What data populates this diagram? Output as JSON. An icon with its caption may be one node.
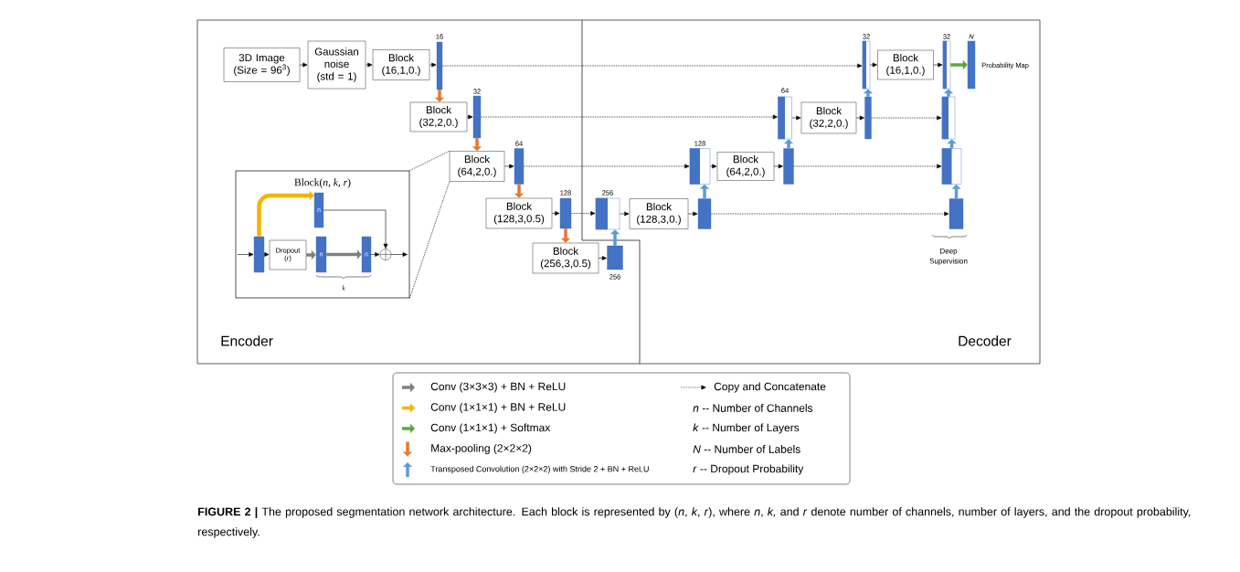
{
  "diagram": {
    "caption": "**FIGURE 2 |** The proposed segmentation network architecture. Each block is represented by (*n*, *k*, *r*), where *n*, *k,* and *r* denote number of channels, number of layers, and the dropout probability, respectively.",
    "nodes": [
      {
        "text": [
          "3D Image (Size = 96$^{3}$)"
        ]
      },
      {
        "text": [
          "Gaussian noise (std = 1)"
        ]
      },
      {
        "text": [
          "Block (16,1,0.)"
        ]
      },
      {
        "text": [],
        "shape": "bar",
        "beside": [
          "16"
        ]
      },
      {
        "text": [
          "Block (32,2,0.)"
        ]
      },
      {
        "text": [],
        "shape": "bar",
        "beside": [
          "32"
        ]
      },
      {
        "text": [
          "Block (64,2,0.)"
        ]
      },
      {
        "text": [],
        "shape": "bar",
        "beside": [
          "64"
        ]
      },
      {
        "text": [
          "Block (128,3,0.5)"
        ]
      },
      {
        "text": [],
        "shape": "bar",
        "beside": [
          "128"
        ]
      },
      {
        "text": [
          "Block (256,3,0.5)"
        ]
      },
      {
        "text": [],
        "shape": "bar",
        "beside": [
          "256"
        ]
      },
      {
        "text": [],
        "shape": "bar",
        "beside": [
          "256"
        ]
      },
      {
        "text": [
          "Block (128,3,0.)"
        ]
      },
      {
        "text": [],
        "shape": "bar"
      },
      {
        "text": [],
        "shape": "bar",
        "beside": [
          "128"
        ]
      },
      {
        "text": [
          "Block (64,2,0.)"
        ]
      },
      {
        "text": [],
        "shape": "bar"
      },
      {
        "text": [],
        "shape": "bar",
        "beside": [
          "64"
        ]
      },
      {
        "text": [
          "Block (32,2,0.)"
        ]
      },
      {
        "text": [],
        "shape": "bar"
      },
      {
        "text": [],
        "shape": "bar",
        "beside": [
          "32"
        ]
      },
      {
        "text": [
          "Block (16,1,0.)"
        ]
      },
      {
        "text": [],
        "shape": "bar",
        "beside": [
          "32"
        ]
      },
      {
        "text": [],
        "shape": "bar",
        "beside": [
          "N",
          "Probability Map"
        ]
      },
      {
        "text": [],
        "shape": "bar"
      },
      {
        "text": [],
        "shape": "bar"
      },
      {
        "text": [],
        "shape": "bar"
      },
      {
        "text": [
          "Block(*n*, *k*, *r*)"
        ]
      },
      {
        "text": [],
        "shape": "bar",
        "in": 28
      },
      {
        "text": [
          "n"
        ],
        "in": 28
      },
      {
        "text": [
          "Dropout (*r*)"
        ],
        "in": 28
      },
      {
        "text": [
          "n"
        ],
        "in": 28
      },
      {
        "text": [
          "n"
        ],
        "in": 28
      },
      {
        "text": [],
        "shape": "circle",
        "in": 28
      }
    ],
    "edges": [
      {
        "from": 0,
        "to": 1,
        "arrow": "to"
      },
      {
        "from": 1,
        "to": 2,
        "arrow": "to"
      },
      {
        "from": 2,
        "to": 3,
        "arrow": "to"
      },
      {
        "from": 3,
        "to": 4,
        "arrow": "to",
        "style": "thick",
        "color": "#e8772e"
      },
      {
        "from": 4,
        "to": 5,
        "arrow": "to"
      },
      {
        "from": 5,
        "to": 6,
        "arrow": "to",
        "style": "thick",
        "color": "#e8772e"
      },
      {
        "from": 6,
        "to": 7,
        "arrow": "to"
      },
      {
        "from": 7,
        "to": 8,
        "arrow": "to",
        "style": "thick",
        "color": "#e8772e"
      },
      {
        "from": 8,
        "to": 9,
        "arrow": "to"
      },
      {
        "from": 9,
        "to": 10,
        "arrow": "to",
        "style": "thick",
        "color": "#e8772e"
      },
      {
        "from": 10,
        "to": 11,
        "arrow": "to"
      },
      {
        "from": 11,
        "to": 12,
        "arrow": "to",
        "style": "thick",
        "color": "#5b9bd5"
      },
      {
        "from": 9,
        "to": 12,
        "arrow": "to",
        "style": "dashed"
      },
      {
        "from": 12,
        "to": 13,
        "arrow": "to"
      },
      {
        "from": 13,
        "to": 14,
        "arrow": "to"
      },
      {
        "from": 14,
        "to": 15,
        "arrow": "to",
        "style": "thick",
        "color": "#5b9bd5"
      },
      {
        "from": 7,
        "to": 15,
        "arrow": "to",
        "style": "dashed"
      },
      {
        "from": 15,
        "to": 16,
        "arrow": "to"
      },
      {
        "from": 16,
        "to": 17,
        "arrow": "to"
      },
      {
        "from": 17,
        "to": 18,
        "arrow": "to",
        "style": "thick",
        "color": "#5b9bd5"
      },
      {
        "from": 5,
        "to": 18,
        "arrow": "to",
        "style": "dashed"
      },
      {
        "from": 18,
        "to": 19,
        "arrow": "to"
      },
      {
        "from": 19,
        "to": 20,
        "arrow": "to"
      },
      {
        "from": 20,
        "to": 21,
        "arrow": "to",
        "style": "thick",
        "color": "#5b9bd5"
      },
      {
        "from": 3,
        "to": 21,
        "arrow": "to",
        "style": "dashed"
      },
      {
        "from": 21,
        "to": 22,
        "arrow": "to"
      },
      {
        "from": 22,
        "to": 23,
        "arrow": "to"
      },
      {
        "from": 23,
        "to": 24,
        "arrow": "to",
        "style": "thick",
        "color": "#5aa83c"
      },
      {
        "from": 14,
        "to": 27,
        "arrow": "to",
        "style": "dashed"
      },
      {
        "from": 27,
        "to": 26,
        "arrow": "to",
        "style": "thick",
        "color": "#5b9bd5"
      },
      {
        "from": 17,
        "to": 26,
        "arrow": "to",
        "style": "dashed"
      },
      {
        "from": 26,
        "to": 25,
        "arrow": "to",
        "style": "thick",
        "color": "#5b9bd5"
      },
      {
        "from": 20,
        "to": 25,
        "arrow": "to",
        "style": "dashed"
      },
      {
        "from": 25,
        "to": 23,
        "arrow": "to",
        "style": "thick",
        "color": "#5b9bd5"
      },
      {
        "from": 28,
        "to": 6,
        "arrow": "none",
        "style": "dashed"
      },
      {
        "from": 28,
        "to": 6,
        "arrow": "none",
        "style": "dashed"
      },
      {
        "from": null,
        "to": 29,
        "arrow": "to"
      },
      {
        "from": 29,
        "to": 30,
        "arrow": "to",
        "style": "thick",
        "color": "#f5b400"
      },
      {
        "from": 29,
        "to": 31,
        "arrow": "to"
      },
      {
        "from": 31,
        "to": 32,
        "arrow": "to",
        "style": "thick",
        "color": "#7f7f7f"
      },
      {
        "from": 32,
        "to": 33,
        "arrow": "to",
        "style": "thick",
        "color": "#7f7f7f"
      },
      {
        "from": 33,
        "to": 34,
        "arrow": "to"
      },
      {
        "from": 30,
        "to": 34,
        "arrow": "to"
      },
      {
        "from": 34,
        "to": null,
        "arrow": "to"
      }
    ],
    "labels": [
      "Deep Supervision",
      "k",
      "Encoder",
      "Decoder"
    ],
    "legend": [
      {
        "text": "Conv (3×3×3) + BN + ReLU"
      },
      {
        "text": "Conv (1×1×1) + BN + ReLU"
      },
      {
        "text": "Conv (1×1×1) + Softmax"
      },
      {
        "text": "Max-pooling (2×2×2)"
      },
      {
        "text": "Transposed Convolution (2×2×2) with Stride 2 + BN + ReLU"
      },
      {
        "text": "Copy and Concatenate"
      },
      {
        "text": "*n* -- Number of Channels"
      },
      {
        "text": "*k* -- Number of Layers"
      },
      {
        "text": "*N* -- Number of Labels"
      },
      {
        "text": "*r* -- Dropout Probability"
      }
    ]
  }
}
